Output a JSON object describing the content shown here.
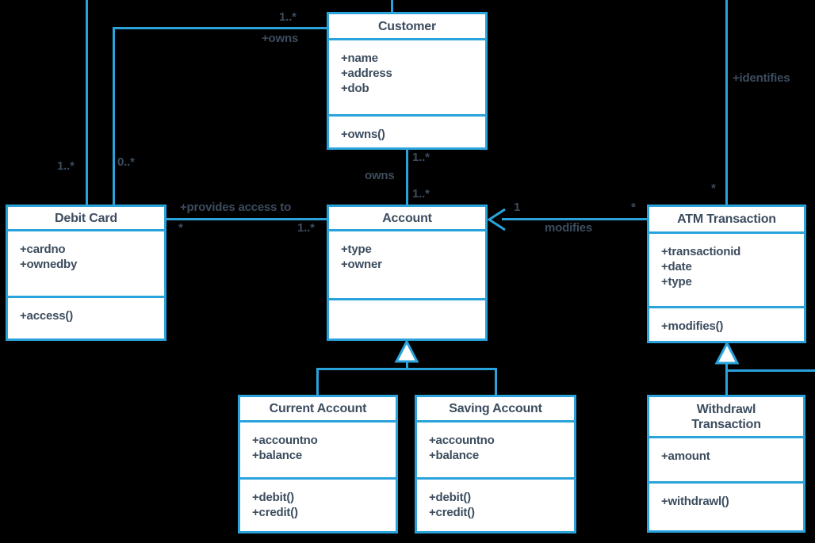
{
  "diagram": {
    "title": "Bank ATM UML class diagram",
    "background": "#000000",
    "accent_color": "#2aa3dc",
    "text_color": "#3c4c5e"
  },
  "classes": {
    "customer": {
      "title": "Customer",
      "attributes": "+name\n+address\n+dob",
      "methods": "+owns()"
    },
    "debit_card": {
      "title": "Debit Card",
      "attributes": "+cardno\n+ownedby",
      "methods": "+access()"
    },
    "account": {
      "title": "Account",
      "attributes": "+type\n+owner",
      "methods": ""
    },
    "atm_transaction": {
      "title": "ATM Transaction",
      "attributes": "+transactionid\n+date\n+type",
      "methods": "+modifies()"
    },
    "current_account": {
      "title": "Current Account",
      "attributes": "+accountno\n+balance",
      "methods": "+debit()\n+credit()"
    },
    "saving_account": {
      "title": "Saving Account",
      "attributes": "+accountno\n+balance",
      "methods": "+debit()\n+credit()"
    },
    "withdrawl_transaction": {
      "title": "Withdrawl\nTransaction",
      "attributes": "+amount",
      "methods": "+withdrawl()"
    }
  },
  "labels": {
    "owns_card_role": "+owns",
    "owns_card_customer_mult": "1..*",
    "card_left_line_mult": "1..*",
    "owns_card_debit_mult": "0..*",
    "owns_account_role": "owns",
    "owns_account_customer_mult": "1..*",
    "owns_account_account_mult": "1..*",
    "provides_access_role": "+provides access to",
    "provides_access_debit_mult": "*",
    "provides_access_account_mult": "1..*",
    "modifies_role": "modifies",
    "modifies_account_mult": "1",
    "modifies_atm_mult": "*",
    "identifies_role": "+identifies",
    "identifies_atm_mult": "*"
  }
}
